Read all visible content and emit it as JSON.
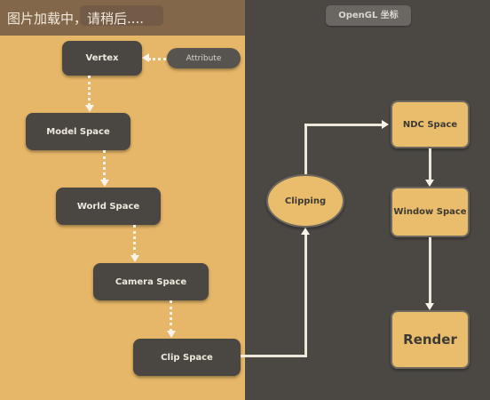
{
  "banner": {
    "text": "图片加载中，请稍后...."
  },
  "opengl_tab": {
    "label": "OpenGL 坐标"
  },
  "nodes": {
    "vertex": "Vertex",
    "attribute": "Attribute",
    "model_space": "Model Space",
    "world_space": "World Space",
    "camera_space": "Camera Space",
    "clip_space": "Clip Space",
    "clipping": "Clipping",
    "ndc_space": "NDC Space",
    "window_space": "Window Space",
    "render": "Render"
  },
  "colors": {
    "left_panel": "#e6b768",
    "right_panel": "#4b4844",
    "dark_node": "#4a4743",
    "gold_node": "#e9bd6b",
    "connector": "#f9f3e9"
  }
}
